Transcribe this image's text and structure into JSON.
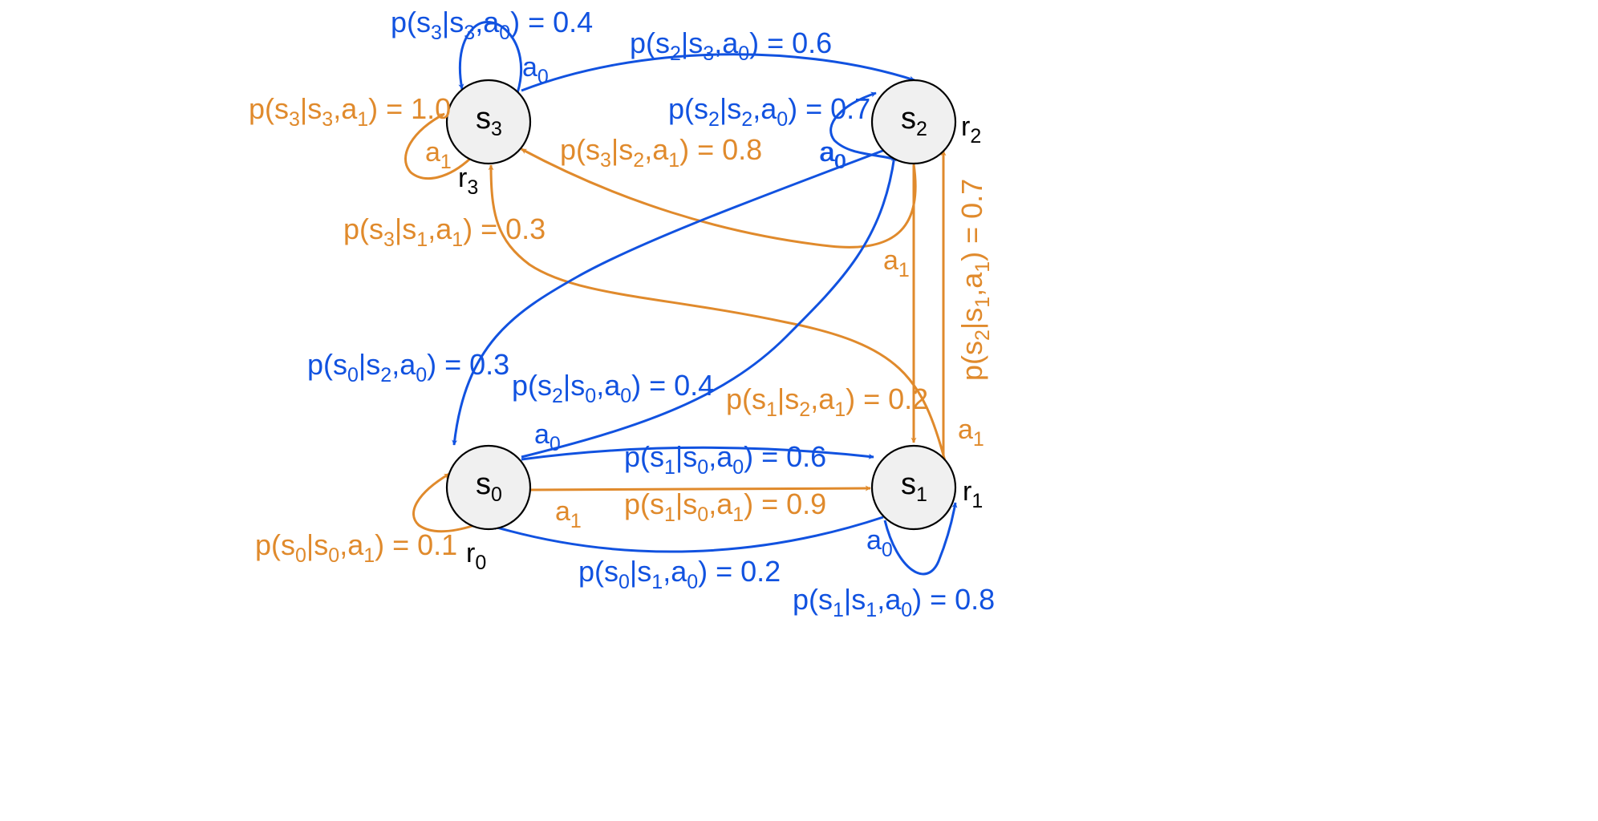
{
  "colors": {
    "a0": "#1152e0",
    "a1": "#e08a2c",
    "state_fill": "#f0f0f0",
    "state_stroke": "#000000",
    "text": "#000000"
  },
  "states": [
    {
      "id": "s0",
      "name": "s",
      "sub": "0",
      "reward": "r",
      "reward_sub": "0"
    },
    {
      "id": "s1",
      "name": "s",
      "sub": "1",
      "reward": "r",
      "reward_sub": "1"
    },
    {
      "id": "s2",
      "name": "s",
      "sub": "2",
      "reward": "r",
      "reward_sub": "2"
    },
    {
      "id": "s3",
      "name": "s",
      "sub": "3",
      "reward": "r",
      "reward_sub": "3"
    }
  ],
  "transitions": [
    {
      "from": "s3",
      "to": "s3",
      "action": "a0",
      "next": "3",
      "cur": "3",
      "act": "0",
      "prob": "0.4"
    },
    {
      "from": "s3",
      "to": "s2",
      "action": "a0",
      "next": "2",
      "cur": "3",
      "act": "0",
      "prob": "0.6"
    },
    {
      "from": "s3",
      "to": "s3",
      "action": "a1",
      "next": "3",
      "cur": "3",
      "act": "1",
      "prob": "1.0"
    },
    {
      "from": "s2",
      "to": "s2",
      "action": "a0",
      "next": "2",
      "cur": "2",
      "act": "0",
      "prob": "0.7"
    },
    {
      "from": "s2",
      "to": "s3",
      "action": "a1",
      "next": "3",
      "cur": "2",
      "act": "1",
      "prob": "0.8"
    },
    {
      "from": "s1",
      "to": "s3",
      "action": "a1",
      "next": "3",
      "cur": "1",
      "act": "1",
      "prob": "0.3"
    },
    {
      "from": "s2",
      "to": "s0",
      "action": "a0",
      "next": "0",
      "cur": "2",
      "act": "0",
      "prob": "0.3"
    },
    {
      "from": "s0",
      "to": "s2",
      "action": "a0",
      "next": "2",
      "cur": "0",
      "act": "0",
      "prob": "0.4"
    },
    {
      "from": "s2",
      "to": "s1",
      "action": "a1",
      "next": "1",
      "cur": "2",
      "act": "1",
      "prob": "0.2"
    },
    {
      "from": "s1",
      "to": "s2",
      "action": "a1",
      "next": "2",
      "cur": "1",
      "act": "1",
      "prob": "0.7"
    },
    {
      "from": "s0",
      "to": "s1",
      "action": "a0",
      "next": "1",
      "cur": "0",
      "act": "0",
      "prob": "0.6"
    },
    {
      "from": "s0",
      "to": "s1",
      "action": "a1",
      "next": "1",
      "cur": "0",
      "act": "1",
      "prob": "0.9"
    },
    {
      "from": "s0",
      "to": "s0",
      "action": "a1",
      "next": "0",
      "cur": "0",
      "act": "1",
      "prob": "0.1"
    },
    {
      "from": "s1",
      "to": "s0",
      "action": "a0",
      "next": "0",
      "cur": "1",
      "act": "0",
      "prob": "0.2"
    },
    {
      "from": "s1",
      "to": "s1",
      "action": "a0",
      "next": "1",
      "cur": "1",
      "act": "0",
      "prob": "0.8"
    }
  ],
  "action_labels": [
    {
      "name": "a",
      "sub": "0",
      "action": "a0"
    },
    {
      "name": "a",
      "sub": "1",
      "action": "a1"
    },
    {
      "name": "a",
      "sub": "0",
      "action": "a0"
    },
    {
      "name": "a",
      "sub": "1",
      "action": "a1"
    },
    {
      "name": "a",
      "sub": "0",
      "action": "a0"
    },
    {
      "name": "a",
      "sub": "1",
      "action": "a1"
    },
    {
      "name": "a",
      "sub": "1",
      "action": "a1"
    },
    {
      "name": "a",
      "sub": "0",
      "action": "a0"
    },
    {
      "name": "a",
      "sub": "0",
      "action": "a0"
    }
  ]
}
